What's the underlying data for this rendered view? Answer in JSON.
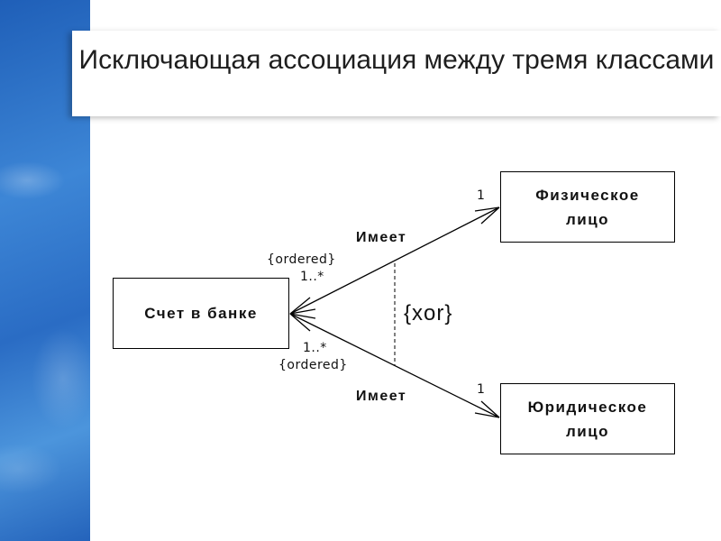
{
  "slide": {
    "title": "Исключающая ассоциация между тремя классами"
  },
  "diagram": {
    "classes": {
      "account": "Счет в банке",
      "person": "Физическое\nлицо",
      "company": "Юридическое\nлицо"
    },
    "associations": {
      "upper": {
        "name": "Имеет",
        "source_multiplicity": "1..*",
        "source_constraint": "{ordered}",
        "target_multiplicity": "1"
      },
      "lower": {
        "name": "Имеет",
        "source_multiplicity": "1..*",
        "source_constraint": "{ordered}",
        "target_multiplicity": "1"
      }
    },
    "constraint": "{xor}"
  }
}
